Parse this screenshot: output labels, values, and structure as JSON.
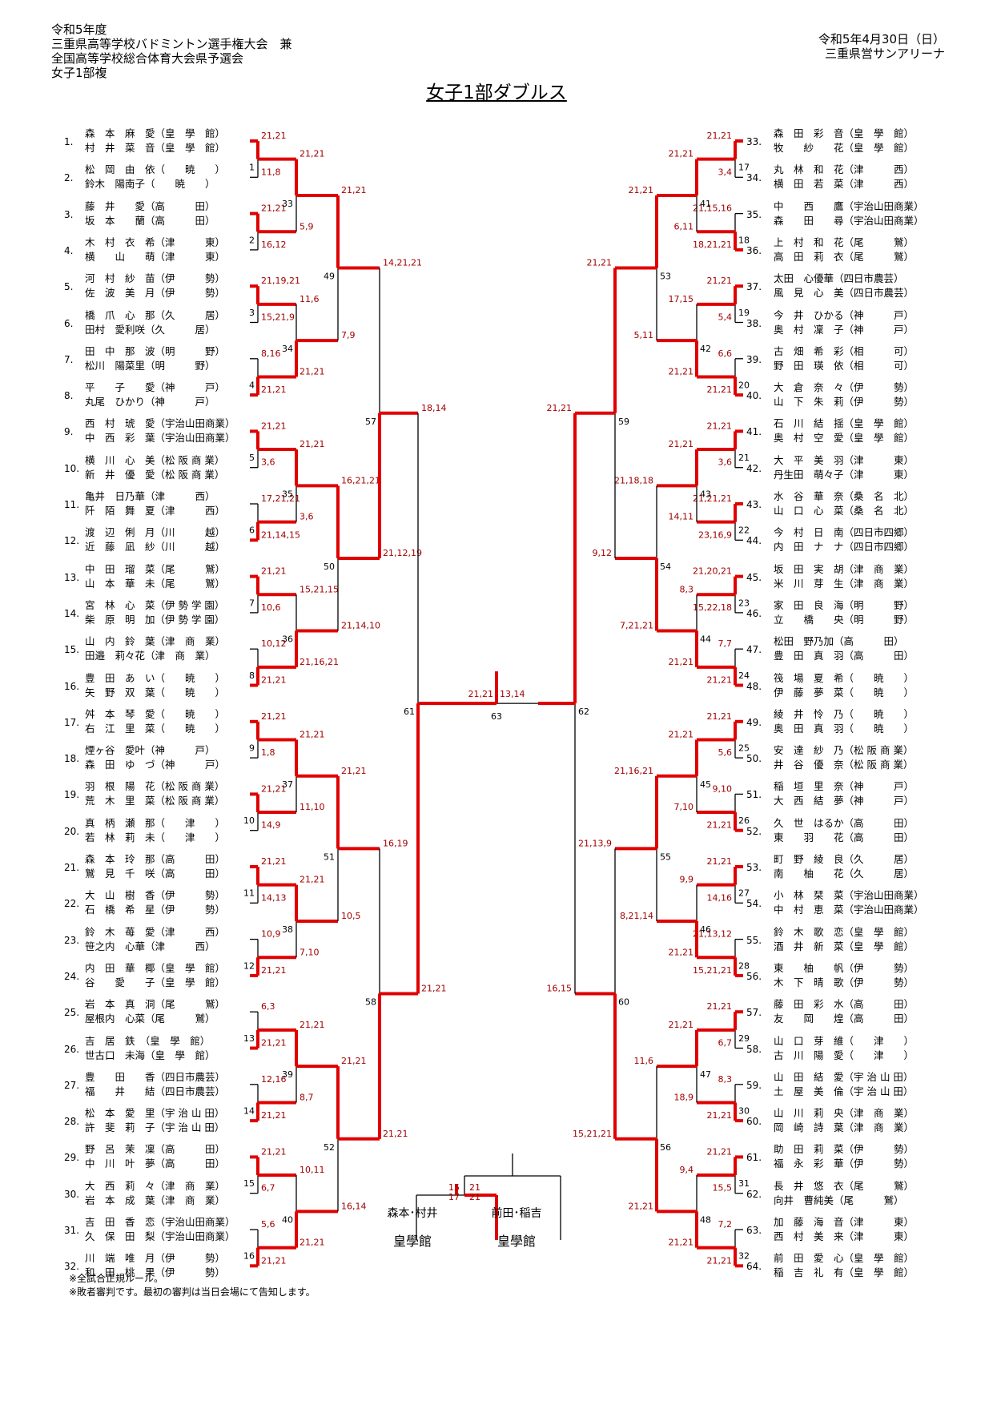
{
  "header": {
    "left_lines": [
      "令和5年度",
      "三重県高等学校バドミントン選手権大会　兼",
      "全国高等学校総合体育大会県予選会",
      "女子1部複"
    ],
    "right_lines": [
      "令和5年4月30日（日）",
      "三重県営サンアリーナ"
    ],
    "title": "女子1部ダブルス"
  },
  "left_entries": [
    {
      "n": "1",
      "p1": "森　本　麻　愛（皇　學　館）",
      "p2": "村　井　菜　音（皇　學　館）"
    },
    {
      "n": "2",
      "p1": "松　岡　由　依（　　暁　　）",
      "p2": "鈴木　陽南子（　　暁　　）"
    },
    {
      "n": "3",
      "p1": "藤　井　　愛（高　　　田）",
      "p2": "坂　本　　蘭（高　　　田）"
    },
    {
      "n": "4",
      "p1": "木　村　衣　希（津　　　東）",
      "p2": "横　　山　　萌（津　　　東）"
    },
    {
      "n": "5",
      "p1": "河　村　紗　苗（伊　　　勢）",
      "p2": "佐　波　美　月（伊　　　勢）"
    },
    {
      "n": "6",
      "p1": "橋　爪　心　那（久　　　居）",
      "p2": "田村　愛利咲（久　　　居）"
    },
    {
      "n": "7",
      "p1": "田　中　那　波（明　　　野）",
      "p2": "松川　陽菜里（明　　　野）"
    },
    {
      "n": "8",
      "p1": "平　　子　　愛（神　　　戸）",
      "p2": "丸尾　ひかり（神　　　戸）"
    },
    {
      "n": "9",
      "p1": "西　村　琥　愛（宇治山田商業）",
      "p2": "中　西　彩　葉（宇治山田商業）"
    },
    {
      "n": "10",
      "p1": "横　川　心　美（松 阪 商 業）",
      "p2": "新　井　優　愛（松 阪 商 業）"
    },
    {
      "n": "11",
      "p1": "亀井　日乃華（津　　　西）",
      "p2": "阡　陌　舞　夏（津　　　西）"
    },
    {
      "n": "12",
      "p1": "渡　辺　俐　月（川　　　越）",
      "p2": "近　藤　凪　紗（川　　　越）"
    },
    {
      "n": "13",
      "p1": "中　田　瑠　菜（尾　　　鷲）",
      "p2": "山　本　華　未（尾　　　鷲）"
    },
    {
      "n": "14",
      "p1": "宮　林　心　菜（伊 勢 学 園）",
      "p2": "柴　原　明　加（伊 勢 学 園）"
    },
    {
      "n": "15",
      "p1": "山　内　鈴　葉（津　商　業）",
      "p2": "田邉　莉々花（津　商　業）"
    },
    {
      "n": "16",
      "p1": "豊　田　あ　い（　　暁　　）",
      "p2": "矢　野　双　葉（　　暁　　）"
    },
    {
      "n": "17",
      "p1": "舛　本　琴　愛（　　暁　　）",
      "p2": "右　江　里　菜（　　暁　　）"
    },
    {
      "n": "18",
      "p1": "煙ヶ谷　愛叶（神　　　戸）",
      "p2": "森　田　ゆ　づ（神　　　戸）"
    },
    {
      "n": "19",
      "p1": "羽　根　陽　花（松 阪 商 業）",
      "p2": "荒　木　里　菜（松 阪 商 業）"
    },
    {
      "n": "20",
      "p1": "真　柄　瀬　那（　　津　　）",
      "p2": "若　林　莉　未（　　津　　）"
    },
    {
      "n": "21",
      "p1": "森　本　玲　那（高　　　田）",
      "p2": "鷲　見　千　咲（高　　　田）"
    },
    {
      "n": "22",
      "p1": "大　山　樹　香（伊　　　勢）",
      "p2": "石　橋　希　星（伊　　　勢）"
    },
    {
      "n": "23",
      "p1": "鈴　木　苺　愛（津　　　西）",
      "p2": "笹之内　心華（津　　　西）"
    },
    {
      "n": "24",
      "p1": "内　田　華　椰（皇　學　館）",
      "p2": "谷　　愛　　子（皇　學　館）"
    },
    {
      "n": "25",
      "p1": "岩　本　真　洞（尾　　　鷲）",
      "p2": "屋根内　心菜（尾　　　鷲）"
    },
    {
      "n": "26",
      "p1": "吉　居　鉄　（皇　學　館）",
      "p2": "世古口　未海（皇　學　館）"
    },
    {
      "n": "27",
      "p1": "豊　　田　　香（四日市農芸）",
      "p2": "福　　井　　結（四日市農芸）"
    },
    {
      "n": "28",
      "p1": "松　本　愛　里（宇 治 山 田）",
      "p2": "許　斐　莉　子（宇 治 山 田）"
    },
    {
      "n": "29",
      "p1": "野　呂　茉　凜（高　　　田）",
      "p2": "中　川　叶　夢（高　　　田）"
    },
    {
      "n": "30",
      "p1": "大　西　莉　々（津　商　業）",
      "p2": "岩　本　成　葉（津　商　業）"
    },
    {
      "n": "31",
      "p1": "吉　田　香　恋（宇治山田商業）",
      "p2": "久　保　田　梨（宇治山田商業）"
    },
    {
      "n": "32",
      "p1": "川　端　唯　月（伊　　　勢）",
      "p2": "和　田　桃　果（伊　　　勢）"
    }
  ],
  "right_entries": [
    {
      "n": "33",
      "p1": "森　田　彩　音（皇　學　館）",
      "p2": "牧　　紗　　花（皇　學　館）"
    },
    {
      "n": "34",
      "p1": "丸　林　和　花（津　　　西）",
      "p2": "横　田　若　菜（津　　　西）"
    },
    {
      "n": "35",
      "p1": "中　　西　　鷹（宇治山田商業）",
      "p2": "森　　田　　尋（宇治山田商業）"
    },
    {
      "n": "36",
      "p1": "上　村　和　花（尾　　　鷲）",
      "p2": "高　田　莉　衣（尾　　　鷲）"
    },
    {
      "n": "37",
      "p1": "太田　心優華（四日市農芸）",
      "p2": "風　見　心　美（四日市農芸）"
    },
    {
      "n": "38",
      "p1": "今　井　ひかる（神　　　戸）",
      "p2": "奥　村　凜　子（神　　　戸）"
    },
    {
      "n": "39",
      "p1": "古　畑　希　彩（相　　　可）",
      "p2": "野　田　瑛　依（相　　　可）"
    },
    {
      "n": "40",
      "p1": "大　倉　奈　々（伊　　　勢）",
      "p2": "山　下　朱　莉（伊　　　勢）"
    },
    {
      "n": "41",
      "p1": "石　川　結　揺（皇　學　館）",
      "p2": "奥　村　空　愛（皇　學　館）"
    },
    {
      "n": "42",
      "p1": "大　平　美　羽（津　　　東）",
      "p2": "丹生田　萌々子（津　　　東）"
    },
    {
      "n": "43",
      "p1": "水　谷　華　奈（桑　名　北）",
      "p2": "山　口　心　菜（桑　名　北）"
    },
    {
      "n": "44",
      "p1": "今　村　日　南（四日市四郷）",
      "p2": "内　田　ナ　ナ（四日市四郷）"
    },
    {
      "n": "45",
      "p1": "坂　田　実　胡（津　商　業）",
      "p2": "米　川　芽　生（津　商　業）"
    },
    {
      "n": "46",
      "p1": "家　田　良　海（明　　　野）",
      "p2": "立　　橋　　央（明　　　野）"
    },
    {
      "n": "47",
      "p1": "松田　野乃加（高　　　田）",
      "p2": "豊　田　真　羽（高　　　田）"
    },
    {
      "n": "48",
      "p1": "筏　場　夏　希（　　暁　　）",
      "p2": "伊　藤　夢　菜（　　暁　　）"
    },
    {
      "n": "49",
      "p1": "綾　井　怜　乃（　　暁　　）",
      "p2": "奥　田　真　羽（　　暁　　）"
    },
    {
      "n": "50",
      "p1": "安　達　紗　乃（松 阪 商 業）",
      "p2": "井　谷　優　奈（松 阪 商 業）"
    },
    {
      "n": "51",
      "p1": "稲　垣　里　奈（神　　　戸）",
      "p2": "大　西　結　夢（神　　　戸）"
    },
    {
      "n": "52",
      "p1": "久　世　はるか（高　　　田）",
      "p2": "東　　羽　　花（高　　　田）"
    },
    {
      "n": "53",
      "p1": "町　野　綾　良（久　　　居）",
      "p2": "南　　柚　　花（久　　　居）"
    },
    {
      "n": "54",
      "p1": "小　林　栞　菜（宇治山田商業）",
      "p2": "中　村　恵　菜（宇治山田商業）"
    },
    {
      "n": "55",
      "p1": "鈴　木　歌　恋（皇　學　館）",
      "p2": "酒　井　新　菜（皇　學　館）"
    },
    {
      "n": "56",
      "p1": "東　　柚　　帆（伊　　　勢）",
      "p2": "木　下　晴　歌（伊　　　勢）"
    },
    {
      "n": "57",
      "p1": "藤　田　彩　水（高　　　田）",
      "p2": "友　　岡　　煌（高　　　田）"
    },
    {
      "n": "58",
      "p1": "山　口　芽　維（　　津　　）",
      "p2": "古　川　陽　愛（　　津　　）"
    },
    {
      "n": "59",
      "p1": "山　田　結　愛（宇 治 山 田）",
      "p2": "土　屋　美　倫（宇 治 山 田）"
    },
    {
      "n": "60",
      "p1": "山　川　莉　央（津　商　業）",
      "p2": "岡　崎　詩　葉（津　商　業）"
    },
    {
      "n": "61",
      "p1": "助　田　莉　菜（伊　　　勢）",
      "p2": "福　永　彩　華（伊　　　勢）"
    },
    {
      "n": "62",
      "p1": "長　井　悠　衣（尾　　　鷲）",
      "p2": "向井　曹純美（尾　　　鷲）"
    },
    {
      "n": "63",
      "p1": "加　藤　海　音（津　　　東）",
      "p2": "西　村　美　来（津　　　東）"
    },
    {
      "n": "64",
      "p1": "前　田　愛　心（皇　學　館）",
      "p2": "稲　吉　礼　有（皇　學　館）"
    }
  ],
  "r1_left": [
    {
      "m": "1",
      "t": "21,21",
      "b": "11,8",
      "w": "top"
    },
    {
      "m": "2",
      "t": "21,21",
      "b": "16,12",
      "w": "top"
    },
    {
      "m": "3",
      "t": "21,19,21",
      "b": "15,21,9",
      "w": "top"
    },
    {
      "m": "4",
      "t": "8,16",
      "b": "21,21",
      "w": "bot"
    },
    {
      "m": "5",
      "t": "21,21",
      "b": "3,6",
      "w": "top"
    },
    {
      "m": "6",
      "t": "17,21,21",
      "b": "21,14,15",
      "w": "bot"
    },
    {
      "m": "7",
      "t": "21,21",
      "b": "10,6",
      "w": "top"
    },
    {
      "m": "8",
      "t": "10,12",
      "b": "21,21",
      "w": "bot"
    },
    {
      "m": "9",
      "t": "21,21",
      "b": "1,8",
      "w": "top"
    },
    {
      "m": "10",
      "t": "21,21",
      "b": "14,9",
      "w": "top"
    },
    {
      "m": "11",
      "t": "21,21",
      "b": "14,13",
      "w": "top"
    },
    {
      "m": "12",
      "t": "10,9",
      "b": "21,21",
      "w": "bot"
    },
    {
      "m": "13",
      "t": "6,3",
      "b": "21,21",
      "w": "bot"
    },
    {
      "m": "14",
      "t": "12,16",
      "b": "21,21",
      "w": "bot"
    },
    {
      "m": "15",
      "t": "21,21",
      "b": "6,7",
      "w": "top"
    },
    {
      "m": "16",
      "t": "5,6",
      "b": "21,21",
      "w": "bot"
    }
  ],
  "r2_left": [
    {
      "m": "33",
      "t": "21,21",
      "b": "5,9",
      "w": "top"
    },
    {
      "m": "34",
      "t": "11,6",
      "b": "21,21",
      "w": "bot"
    },
    {
      "m": "35",
      "t": "21,21",
      "b": "3,6",
      "w": "top"
    },
    {
      "m": "36",
      "t": "15,21,15",
      "b": "21,16,21",
      "w": "bot"
    },
    {
      "m": "37",
      "t": "21,21",
      "b": "11,10",
      "w": "top"
    },
    {
      "m": "38",
      "t": "21,21",
      "b": "7,10",
      "w": "top"
    },
    {
      "m": "39",
      "t": "21,21",
      "b": "8,7",
      "w": "top"
    },
    {
      "m": "40",
      "t": "10,11",
      "b": "21,21",
      "w": "bot"
    }
  ],
  "r3_left": [
    {
      "m": "49",
      "t": "21,21",
      "b": "7,9",
      "w": "top"
    },
    {
      "m": "50",
      "t": "16,21,21",
      "b": "21,14,10",
      "w": "top"
    },
    {
      "m": "51",
      "t": "21,21",
      "b": "10,5",
      "w": "top"
    },
    {
      "m": "52",
      "t": "21,21",
      "b": "16,14",
      "w": "top"
    }
  ],
  "r4_left": [
    {
      "m": "57",
      "t": "14,21,21",
      "b": "21,12,19",
      "w": "bot"
    },
    {
      "m": "58",
      "t": "16,19",
      "b": "21,21",
      "w": "bot"
    }
  ],
  "r5_left": {
    "m": "61",
    "t": "18,14",
    "b": "21,21",
    "w": "bot"
  },
  "r1_right": [
    {
      "m": "17",
      "t": "21,21",
      "b": "3,4",
      "w": "top"
    },
    {
      "m": "18",
      "t": "21,15,16",
      "b": "18,21,21",
      "w": "bot"
    },
    {
      "m": "19",
      "t": "21,21",
      "b": "5,4",
      "w": "top"
    },
    {
      "m": "20",
      "t": "6,6",
      "b": "21,21",
      "w": "bot"
    },
    {
      "m": "21",
      "t": "21,21",
      "b": "3,6",
      "w": "top"
    },
    {
      "m": "22",
      "t": "21,21,21",
      "b": "23,16,9",
      "w": "top"
    },
    {
      "m": "23",
      "t": "21,20,21",
      "b": "15,22,18",
      "w": "top"
    },
    {
      "m": "24",
      "t": "7,7",
      "b": "21,21",
      "w": "bot"
    },
    {
      "m": "25",
      "t": "21,21",
      "b": "5,6",
      "w": "top"
    },
    {
      "m": "26",
      "t": "9,10",
      "b": "21,21",
      "w": "bot"
    },
    {
      "m": "27",
      "t": "21,21",
      "b": "14,16",
      "w": "top"
    },
    {
      "m": "28",
      "t": "21,13,12",
      "b": "15,21,21",
      "w": "bot"
    },
    {
      "m": "29",
      "t": "21,21",
      "b": "6,7",
      "w": "top"
    },
    {
      "m": "30",
      "t": "8,3",
      "b": "21,21",
      "w": "bot"
    },
    {
      "m": "31",
      "t": "21,21",
      "b": "15,5",
      "w": "top"
    },
    {
      "m": "32",
      "t": "7,2",
      "b": "21,21",
      "w": "bot"
    }
  ],
  "r2_right": [
    {
      "m": "41",
      "t": "21,21",
      "b": "6,11",
      "w": "top"
    },
    {
      "m": "42",
      "t": "17,15",
      "b": "21,21",
      "w": "bot"
    },
    {
      "m": "43",
      "t": "21,21",
      "b": "14,11",
      "w": "top"
    },
    {
      "m": "44",
      "t": "8,3",
      "b": "21,21",
      "w": "bot"
    },
    {
      "m": "45",
      "t": "21,21",
      "b": "7,10",
      "w": "top"
    },
    {
      "m": "46",
      "t": "9,9",
      "b": "21,21",
      "w": "bot"
    },
    {
      "m": "47",
      "t": "21,21",
      "b": "18,9",
      "w": "top"
    },
    {
      "m": "48",
      "t": "9,4",
      "b": "21,21",
      "w": "bot"
    }
  ],
  "r3_right": [
    {
      "m": "53",
      "t": "21,21",
      "b": "5,11",
      "w": "top"
    },
    {
      "m": "54",
      "t": "21,18,18",
      "b": "7,21,21",
      "w": "bot"
    },
    {
      "m": "55",
      "t": "21,16,21",
      "b": "8,21,14",
      "w": "top"
    },
    {
      "m": "56",
      "t": "11,6",
      "b": "21,21",
      "w": "bot"
    }
  ],
  "r4_right": [
    {
      "m": "59",
      "t": "21,21",
      "b": "9,12",
      "w": "top"
    },
    {
      "m": "60",
      "t": "21,13,9",
      "b": "15,21,21",
      "w": "bot"
    }
  ],
  "r5_right": {
    "m": "62",
    "t": "21,21",
    "b": "16,15",
    "w": "top"
  },
  "final": {
    "m": "63",
    "left": "21,21",
    "right": "13,14"
  },
  "third": {
    "a_scores": "15,17",
    "b_scores": "21,21"
  },
  "finalists": [
    {
      "name": "森本･村井",
      "school": "皇學館"
    },
    {
      "name": "前田･稲吉",
      "school": "皇學館"
    }
  ],
  "footnotes": [
    "※全試合正規ルール。",
    "※敗者審判です。最初の審判は当日会場にて告知します。"
  ],
  "colors": {
    "win": "#e00000",
    "line": "#000000",
    "score": "#a00000"
  }
}
